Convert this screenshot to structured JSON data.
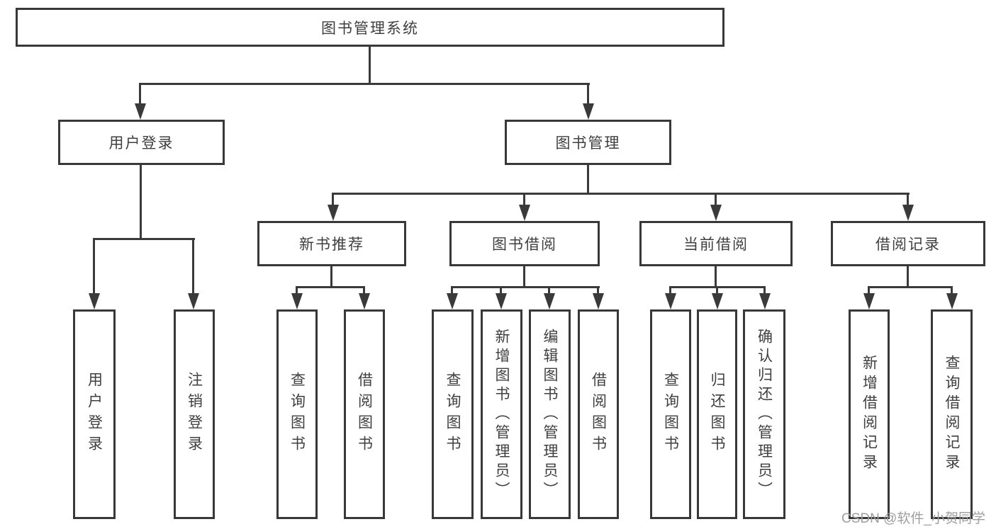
{
  "diagram": {
    "type": "tree-diagram",
    "watermark": "CSDN @软件_小贺同学",
    "colors": {
      "background": "#ffffff",
      "border": "#383838",
      "line": "#3a3a3a",
      "text": "#3f3f3f",
      "watermark": "#9e9e9e"
    },
    "nodes": {
      "root": {
        "label": "图书管理系统"
      },
      "user_login": {
        "label": "用户登录"
      },
      "book_mgmt": {
        "label": "图书管理"
      },
      "new_book_rec": {
        "label": "新书推荐"
      },
      "book_borrow": {
        "label": "图书借阅"
      },
      "current_borrow": {
        "label": "当前借阅"
      },
      "borrow_records": {
        "label": "借阅记录"
      },
      "leaf_user_login": {
        "label": "用户登录"
      },
      "leaf_logout": {
        "label": "注销登录"
      },
      "leaf_rec_query": {
        "label": "查询图书"
      },
      "leaf_rec_borrow": {
        "label": "借阅图书"
      },
      "leaf_bb_query": {
        "label": "查询图书"
      },
      "leaf_bb_add": {
        "label": "新增图书（管理员）"
      },
      "leaf_bb_edit": {
        "label": "编辑图书（管理员）"
      },
      "leaf_bb_borrow": {
        "label": "借阅图书"
      },
      "leaf_cb_query": {
        "label": "查询图书"
      },
      "leaf_cb_return": {
        "label": "归还图书"
      },
      "leaf_cb_confirm": {
        "label": "确认归还（管理员）"
      },
      "leaf_br_add": {
        "label": "新增借阅记录"
      },
      "leaf_br_query": {
        "label": "查询借阅记录"
      }
    },
    "structure": {
      "root": "图书管理系统",
      "children": [
        {
          "label": "用户登录",
          "children": [
            "用户登录",
            "注销登录"
          ]
        },
        {
          "label": "图书管理",
          "children": [
            {
              "label": "新书推荐",
              "children": [
                "查询图书",
                "借阅图书"
              ]
            },
            {
              "label": "图书借阅",
              "children": [
                "查询图书",
                "新增图书（管理员）",
                "编辑图书（管理员）",
                "借阅图书"
              ]
            },
            {
              "label": "当前借阅",
              "children": [
                "查询图书",
                "归还图书",
                "确认归还（管理员）"
              ]
            },
            {
              "label": "借阅记录",
              "children": [
                "新增借阅记录",
                "查询借阅记录"
              ]
            }
          ]
        }
      ]
    }
  }
}
